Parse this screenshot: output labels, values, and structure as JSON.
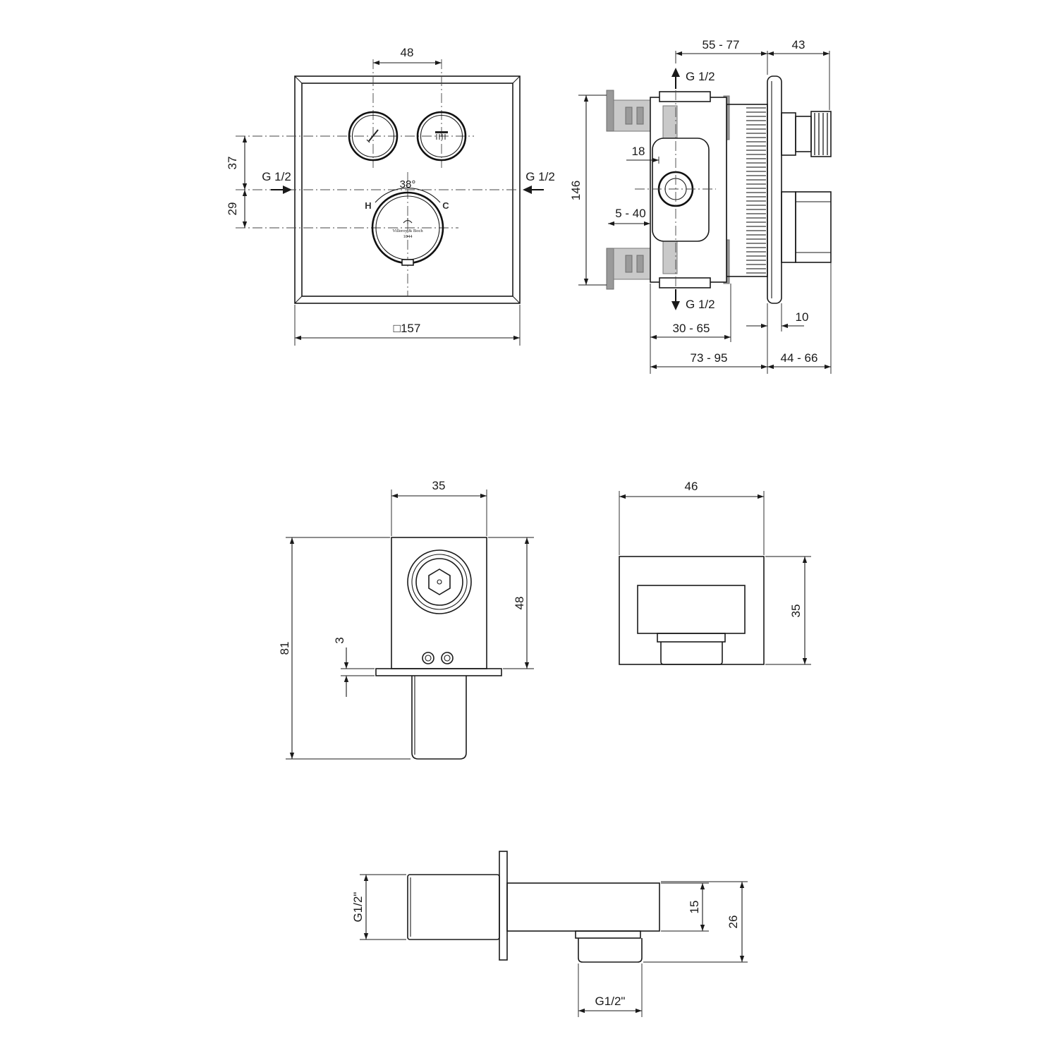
{
  "faceplate": {
    "dim_button_spacing": "48",
    "dim_upper": "37",
    "dim_lower": "29",
    "inlet_left": "G 1/2",
    "inlet_right": "G 1/2",
    "arc_angle": "38°",
    "hot_mark": "H",
    "cold_mark": "C",
    "brand": "Villeroy & Boch",
    "brand_year": "1844",
    "square_size": "□157"
  },
  "body": {
    "dim_depth_range": "55 - 77",
    "dim_outlet": "43",
    "outlet_top": "G 1/2",
    "outlet_bottom": "G 1/2",
    "dim_height": "146",
    "dim_center": "18",
    "dim_bracket": "5 - 40",
    "dim_install": "30 - 65",
    "dim_flange": "10",
    "dim_total": "73 - 95",
    "dim_projection": "44 - 66"
  },
  "wall_outlet_front": {
    "dim_width": "35",
    "dim_plate_height": "48",
    "dim_total_height": "81",
    "dim_flange": "3"
  },
  "wall_outlet_top": {
    "dim_width": "46",
    "dim_height": "35"
  },
  "wall_outlet_side": {
    "thread_inlet": "G1/2\"",
    "dim_offset": "15",
    "dim_height": "26",
    "thread_outlet": "G1/2\""
  }
}
